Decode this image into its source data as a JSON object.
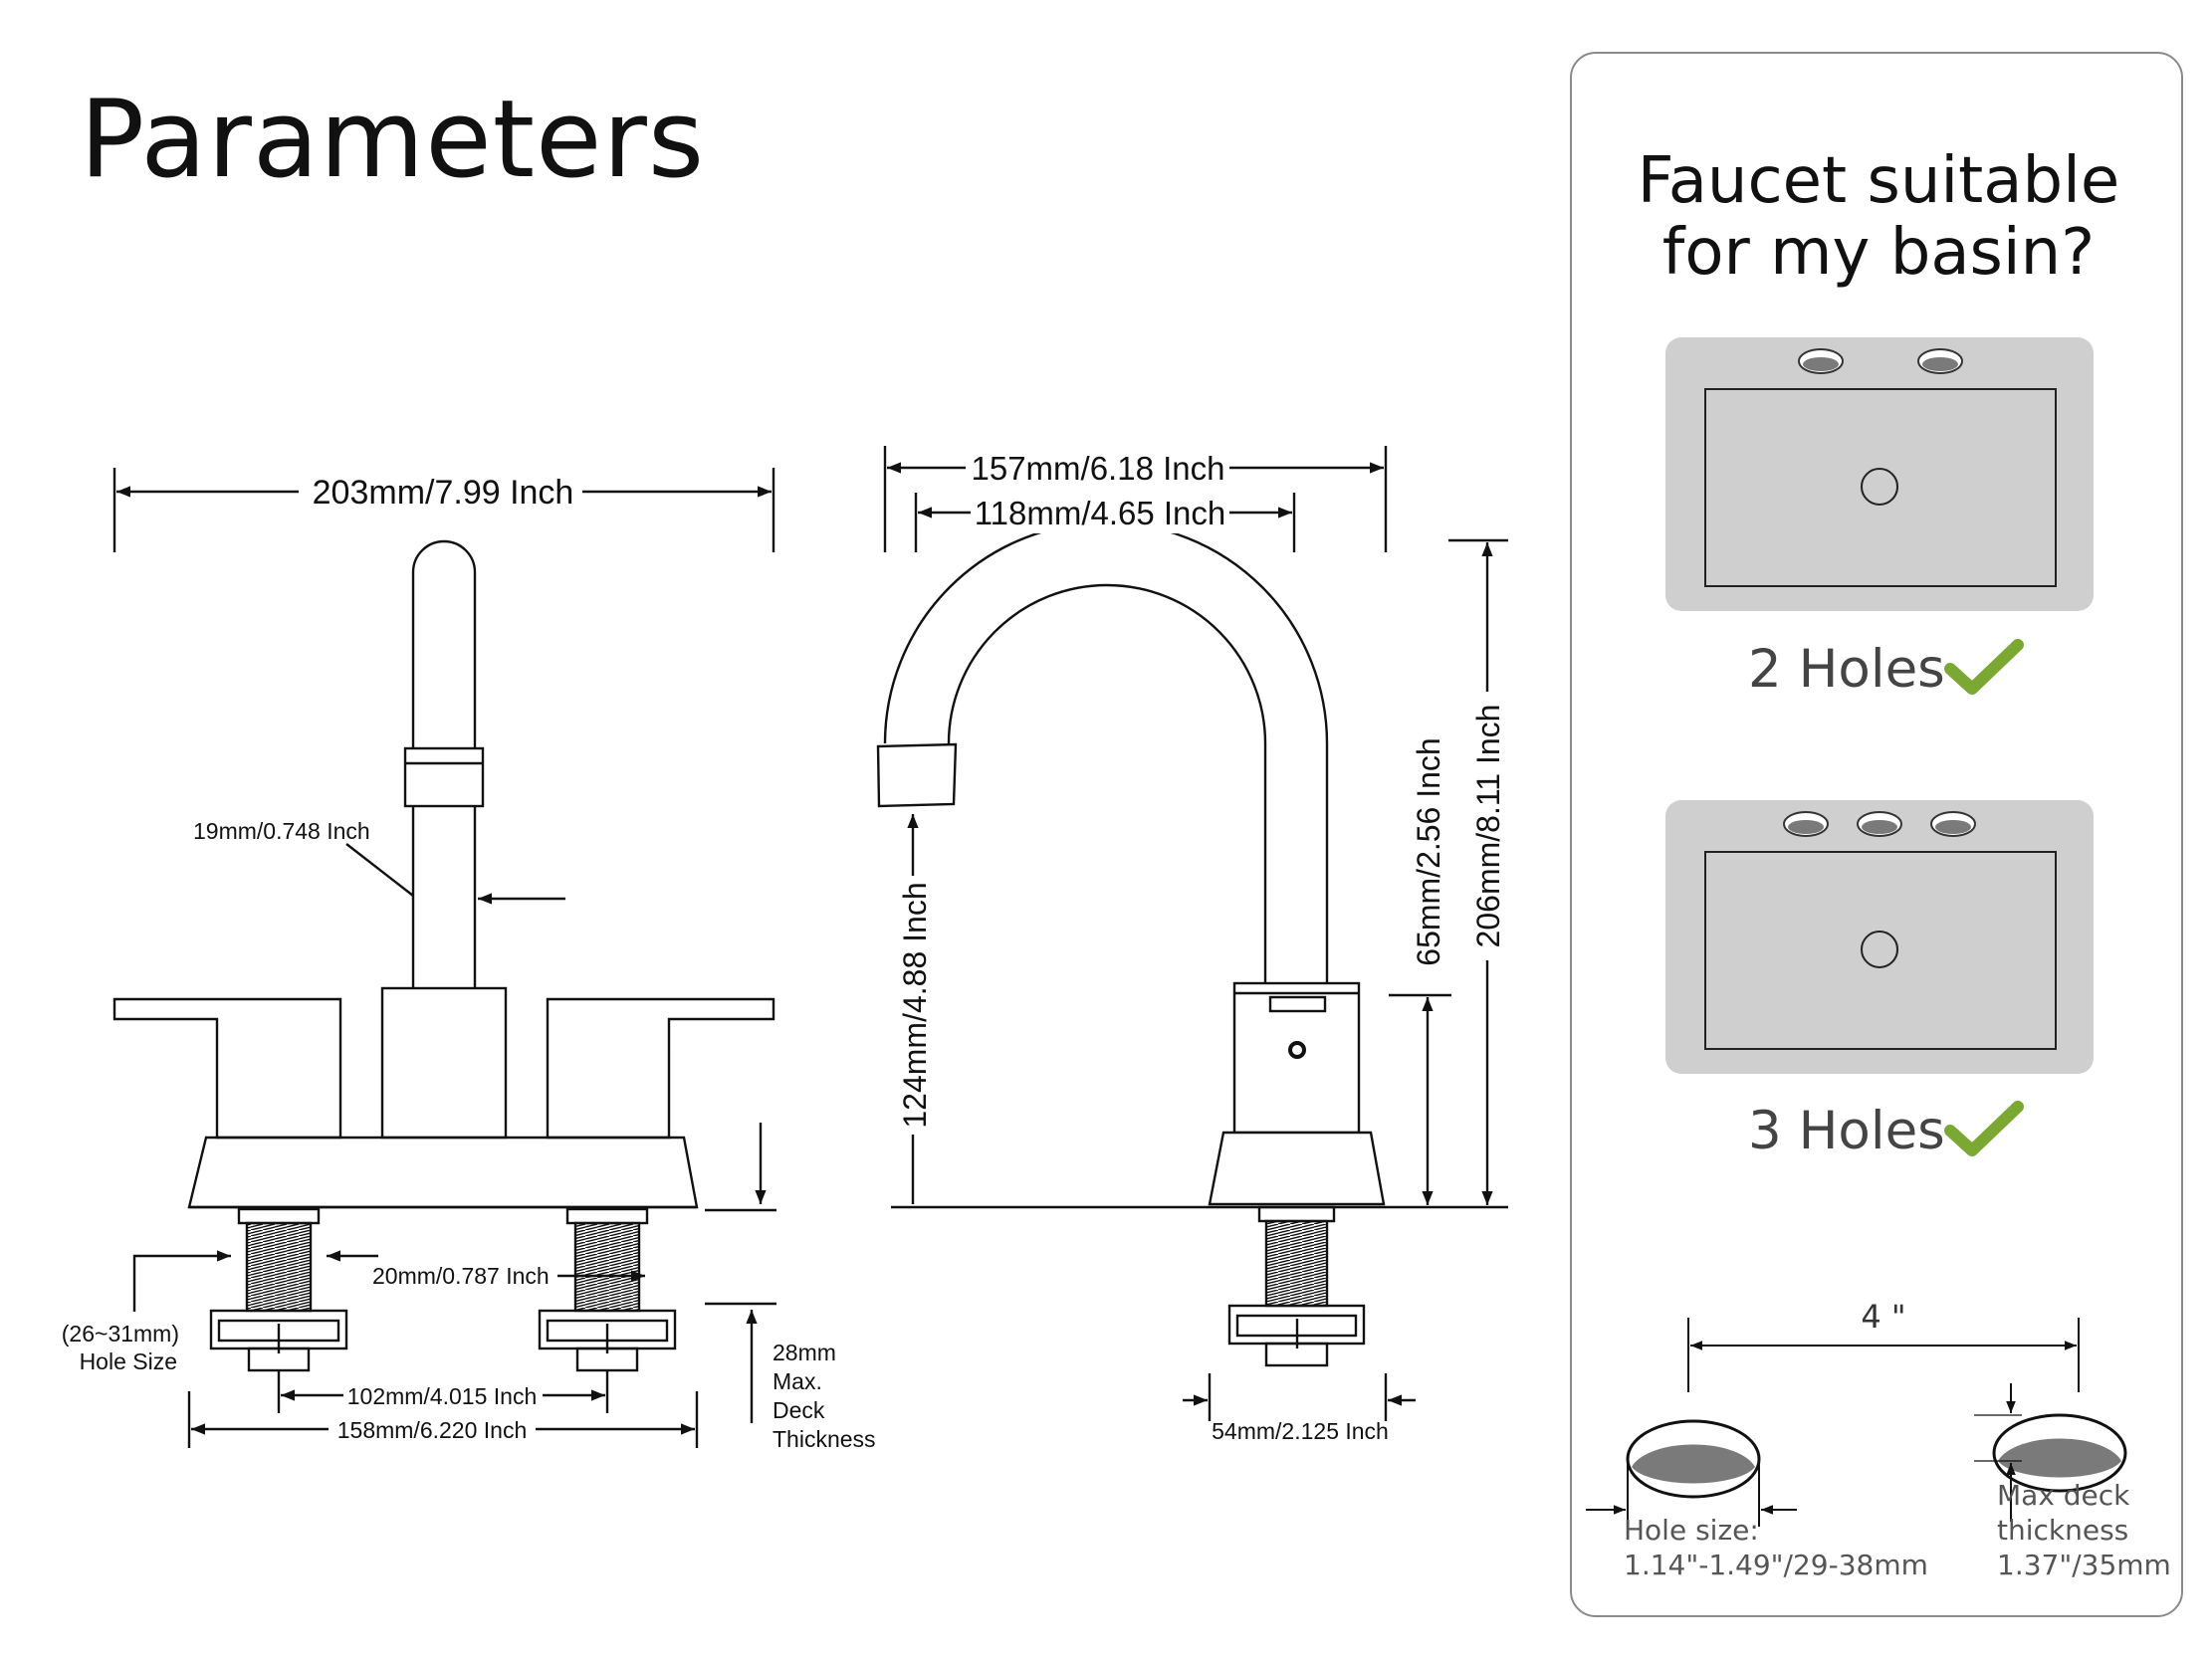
{
  "page_title": "Parameters",
  "dimensions": {
    "overall_width": "203mm/7.99 Inch",
    "handle_diameter": "19mm/0.748 Inch",
    "shank_diameter": "20mm/0.787 Inch",
    "hole_size_range_line1": "(26~31mm)",
    "hole_size_range_line2": "Hole Size",
    "center_spacing": "102mm/4.015 Inch",
    "base_width": "158mm/6.220 Inch",
    "deck_max_value": "28mm",
    "deck_max_line1": "Max.",
    "deck_max_line2": "Deck",
    "deck_max_line3": "Thickness",
    "spout_reach": "157mm/6.18 Inch",
    "spout_reach_inner": "118mm/4.65 Inch",
    "spout_height": "124mm/4.88 Inch",
    "body_height": "65mm/2.56 Inch",
    "total_height": "206mm/8.11 Inch",
    "side_base_width": "54mm/2.125 Inch"
  },
  "panel": {
    "title_line1": "Faucet suitable",
    "title_line2": "for my basin?",
    "option1_label": "2 Holes",
    "option2_label": "3 Holes",
    "spacing_label": "4 \"",
    "hole_size_line1": "Hole size:",
    "hole_size_line2": "1.14\"-1.49\"/29-38mm",
    "deck_line1": "Max deck",
    "deck_line2": "thickness",
    "deck_line3": "1.37\"/35mm",
    "check_color": "#7aa832",
    "basin_color": "#cfcfcf",
    "hole_fill_color": "#7a7a7a"
  }
}
